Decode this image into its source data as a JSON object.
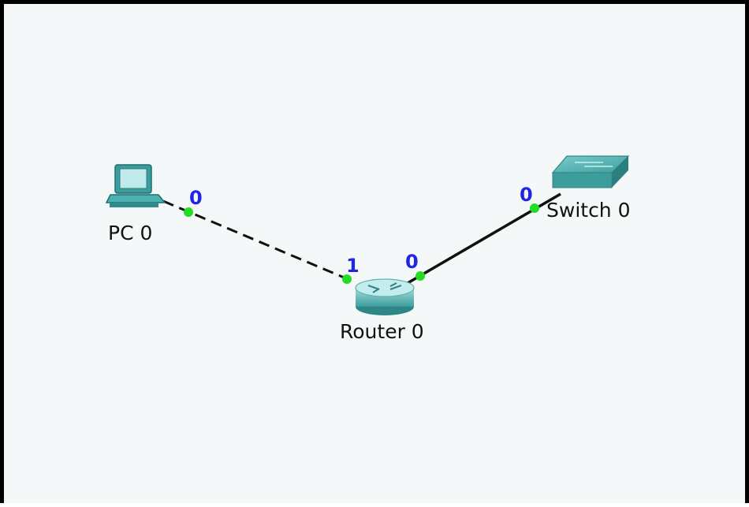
{
  "devices": {
    "pc": {
      "name": "PC 0",
      "icon": "pc-icon"
    },
    "router": {
      "name": "Router 0",
      "icon": "router-icon"
    },
    "switch": {
      "name": "Switch 0",
      "icon": "switch-icon"
    }
  },
  "links": [
    {
      "from": "PC 0",
      "from_port": "0",
      "to": "Router 0",
      "to_port": "1",
      "style": "dashed"
    },
    {
      "from": "Router 0",
      "from_port": "0",
      "to": "Switch 0",
      "to_port": "0",
      "style": "solid"
    }
  ],
  "colors": {
    "canvas": "#f4f8f8",
    "link": "#111111",
    "port_indicator": "#22dd22",
    "port_label": "#1f24e6",
    "device": "#3fa3a3"
  }
}
